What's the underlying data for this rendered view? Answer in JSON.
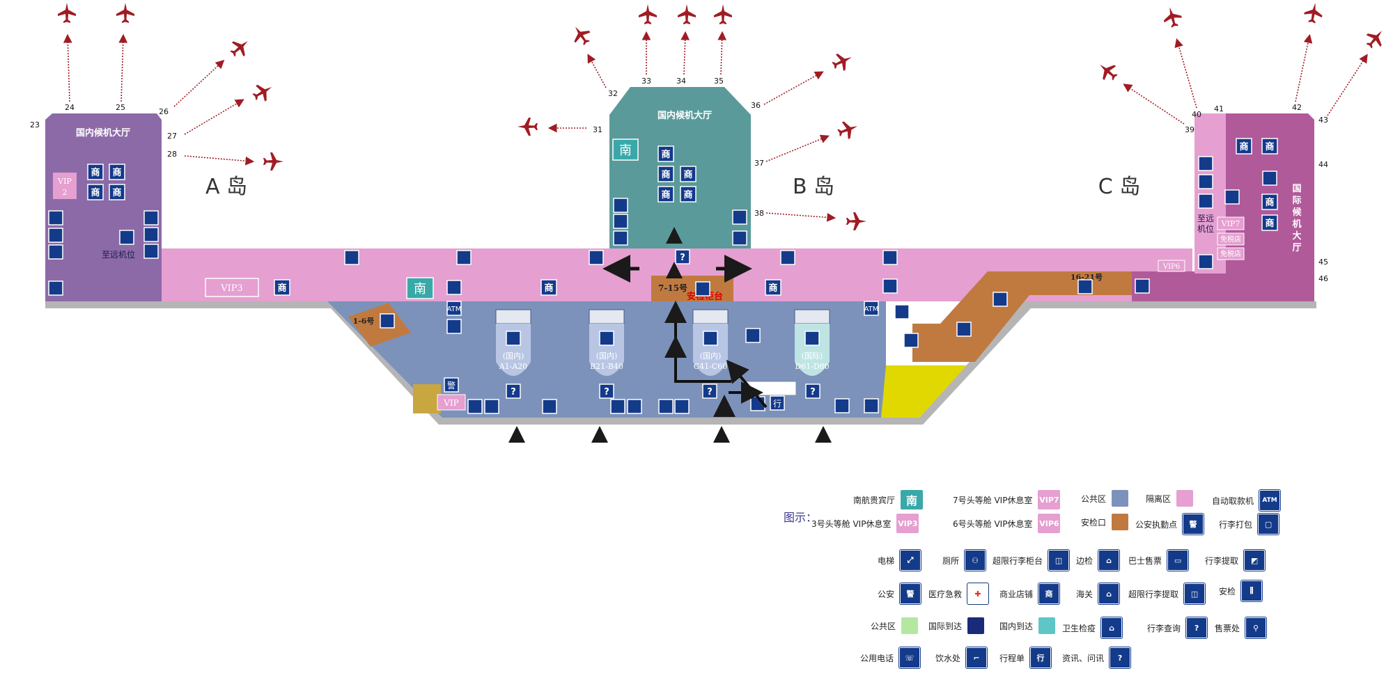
{
  "colors": {
    "island_a": "#8c6aa8",
    "island_b": "#5a9a9a",
    "island_c": "#b05a9a",
    "restricted": "#e59fd0",
    "public": "#7c92bb",
    "security": "#c07a40",
    "yellow": "#e0d800",
    "icon_blue": "#143a8a",
    "plane": "#a01c24"
  },
  "islands": {
    "a": {
      "hall": "国内候机大厅",
      "label": "A 岛",
      "vip": "VIP\n2",
      "note": "至远机位"
    },
    "b": {
      "hall": "国内候机大厅",
      "label": "B 岛"
    },
    "c": {
      "hall": "国际候机大厅",
      "label": "C 岛",
      "note": "至远机位",
      "vip": "VIP7",
      "duty_free": [
        "免税店",
        "免税店"
      ]
    }
  },
  "gates": [
    "23",
    "24",
    "25",
    "26",
    "27",
    "28",
    "31",
    "32",
    "33",
    "34",
    "35",
    "36",
    "37",
    "38",
    "39",
    "40",
    "41",
    "42",
    "43",
    "44",
    "45",
    "46"
  ],
  "areas": {
    "vip3": "VIP3",
    "vip6": "VIP6",
    "vip_small": "VIP",
    "south_badge": "南",
    "shop": "商",
    "atm": "ATM",
    "security_1_6": "1-6号",
    "security_7_15": "7-15号",
    "security_16_21": "16-21号",
    "security_counter": "安检柜台",
    "police": "警",
    "itinerary": "行"
  },
  "checkins": [
    {
      "type": "(国内)",
      "range": "A1-A20"
    },
    {
      "type": "(国内)",
      "range": "B21-B40"
    },
    {
      "type": "(国内)",
      "range": "C41-C60"
    },
    {
      "type": "(国际)",
      "range": "D61-D80"
    }
  ],
  "legend": {
    "title": "图示：",
    "row1": [
      {
        "label": "南航贵宾厅",
        "swatch": "南",
        "color": "#3aa8a8"
      },
      {
        "label": "7号头等舱 VIP休息室",
        "swatch": "VIP7",
        "color": "#e59fd0"
      },
      {
        "label": "公共区",
        "swatch": "",
        "color": "#7c92bb"
      },
      {
        "label": "隔离区",
        "swatch": "",
        "color": "#e59fd0"
      },
      {
        "label": "自动取款机",
        "swatch": "ATM",
        "color": "#143a8a"
      }
    ],
    "row2": [
      {
        "label": "3号头等舱 VIP休息室",
        "swatch": "VIP3",
        "color": "#e59fd0"
      },
      {
        "label": "6号头等舱 VIP休息室",
        "swatch": "VIP6",
        "color": "#e59fd0"
      },
      {
        "label": "安检口",
        "swatch": "",
        "color": "#c07a40"
      },
      {
        "label": "公安执勤点",
        "swatch": "警",
        "color": "#143a8a"
      },
      {
        "label": "行李打包",
        "swatch": "▢",
        "color": "#143a8a"
      }
    ],
    "row3": [
      {
        "label": "电梯",
        "swatch": "⤢"
      },
      {
        "label": "厕所",
        "swatch": "⚇"
      },
      {
        "label": "超限行李柜台",
        "swatch": "◫"
      },
      {
        "label": "边检",
        "swatch": "⌂"
      },
      {
        "label": "巴士售票",
        "swatch": "▭"
      },
      {
        "label": "行李提取",
        "swatch": "◩"
      }
    ],
    "row4": [
      {
        "label": "公安",
        "swatch": "警"
      },
      {
        "label": "医疗急救",
        "swatch": "✚"
      },
      {
        "label": "商业店铺",
        "swatch": "商"
      },
      {
        "label": "海关",
        "swatch": "⌂"
      },
      {
        "label": "超限行李提取",
        "swatch": "◫"
      },
      {
        "label": "安检",
        "swatch": "⫼"
      }
    ],
    "row5": [
      {
        "label": "公共区",
        "swatch": "",
        "color": "#b4e8a0"
      },
      {
        "label": "国际到达",
        "swatch": "",
        "color": "#1a2a7a"
      },
      {
        "label": "国内到达",
        "swatch": "",
        "color": "#5ec6c6"
      },
      {
        "label": "卫生检疫",
        "swatch": "⌂"
      },
      {
        "label": "行李查询",
        "swatch": "?"
      },
      {
        "label": "售票处",
        "swatch": "⚲"
      }
    ],
    "row6": [
      {
        "label": "公用电话",
        "swatch": "☏"
      },
      {
        "label": "饮水处",
        "swatch": "⌐"
      },
      {
        "label": "行程单",
        "swatch": "行"
      },
      {
        "label": "资讯、问讯",
        "swatch": "?"
      }
    ]
  }
}
